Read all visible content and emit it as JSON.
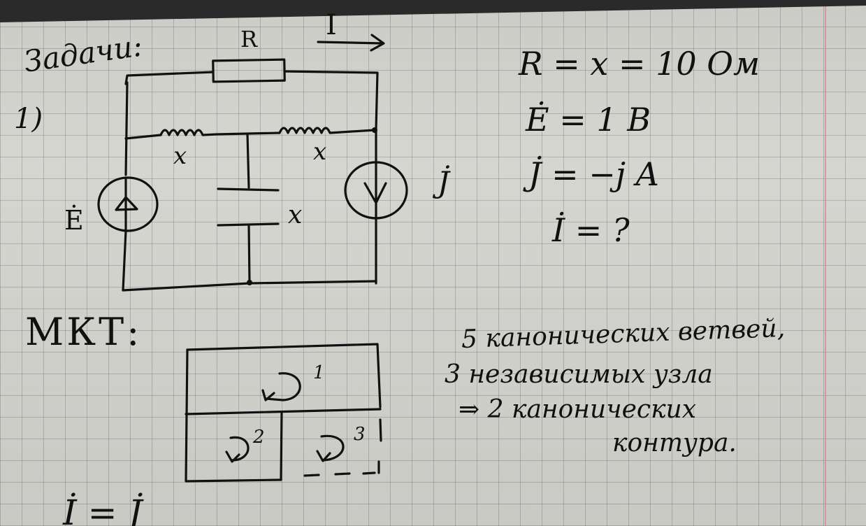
{
  "header": {
    "title": "Задачи:",
    "number": "1)"
  },
  "circuit": {
    "resistor_label": "R",
    "current_label": "I",
    "inductor_left_label": "x",
    "inductor_right_label": "x",
    "capacitor_label": "x",
    "emf_label": "Ė",
    "source_label": "J̇"
  },
  "given": {
    "line1": "R = x = 10 Ом",
    "line2": "Ė = 1 В",
    "line3": "J̇ = −j A",
    "line4": "İ = ?"
  },
  "method": {
    "label": "МКТ:"
  },
  "loops": {
    "loop1": "1",
    "loop2": "2",
    "loop3": "3"
  },
  "notes": {
    "line1": "5 канонических ветвей,",
    "line2": "3 независимых узла",
    "line3": "⇒ 2 канонических",
    "line4": "контура."
  },
  "bottom": {
    "partial": "İ = J̇"
  },
  "colors": {
    "ink": "#111111",
    "paper": "#d6d6d1",
    "margin": "#d88a95"
  }
}
